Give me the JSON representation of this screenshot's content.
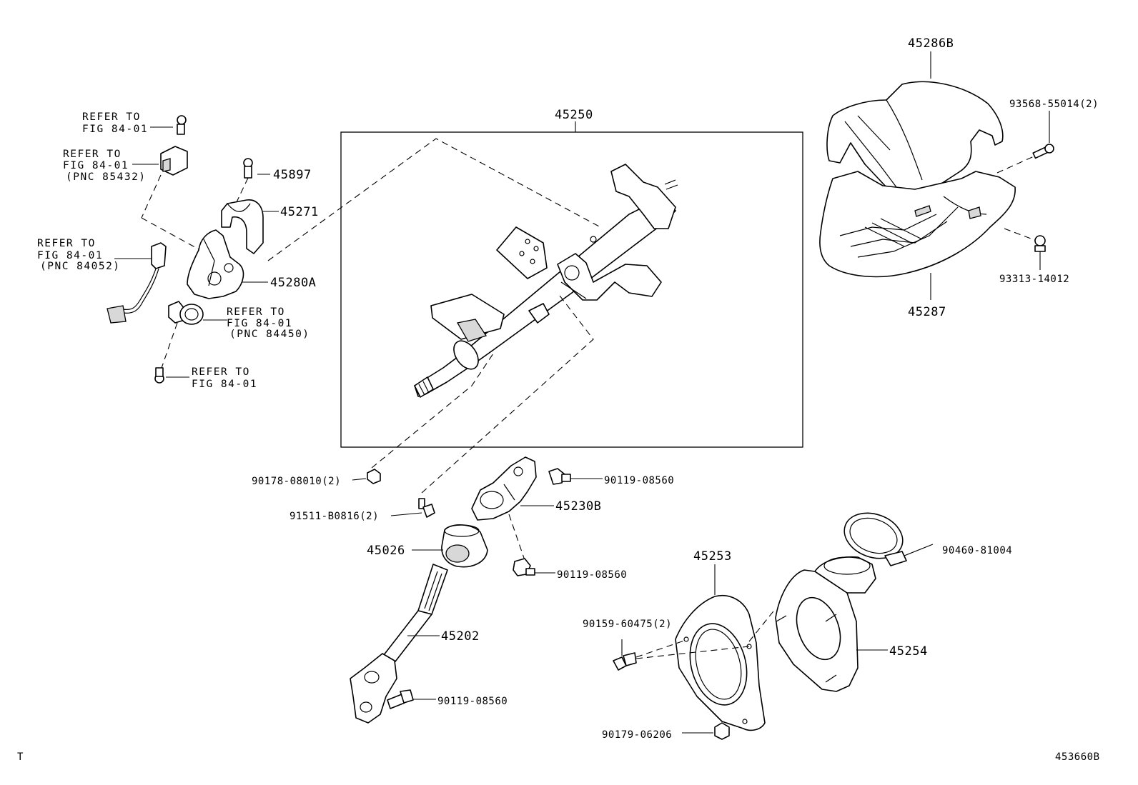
{
  "labels": {
    "p45250": "45250",
    "p45286B": "45286B",
    "p45287": "45287",
    "p93568": "93568-55014(2)",
    "p93313": "93313-14012",
    "p45897": "45897",
    "p45271": "45271",
    "p45280A": "45280A",
    "p90178": "90178-08010(2)",
    "p91511": "91511-B0816(2)",
    "p90119a": "90119-08560",
    "p45230B": "45230B",
    "p45026": "45026",
    "p90119b": "90119-08560",
    "p45202": "45202",
    "p90119c": "90119-08560",
    "p45253": "45253",
    "p90460": "90460-81004",
    "p90159": "90159-60475(2)",
    "p45254": "45254",
    "p90179": "90179-06206"
  },
  "refers": [
    {
      "line1": "REFER TO",
      "line2": "FIG 84-01",
      "line3": ""
    },
    {
      "line1": "REFER TO",
      "line2": "FIG 84-01",
      "line3": "(PNC 85432)"
    },
    {
      "line1": "REFER TO",
      "line2": "FIG 84-01",
      "line3": "(PNC 84052)"
    },
    {
      "line1": "REFER TO",
      "line2": "FIG 84-01",
      "line3": "(PNC 84450)"
    },
    {
      "line1": "REFER TO",
      "line2": "FIG 84-01",
      "line3": ""
    }
  ],
  "footer": {
    "left_mark": "T",
    "figure_code": "453660B"
  }
}
